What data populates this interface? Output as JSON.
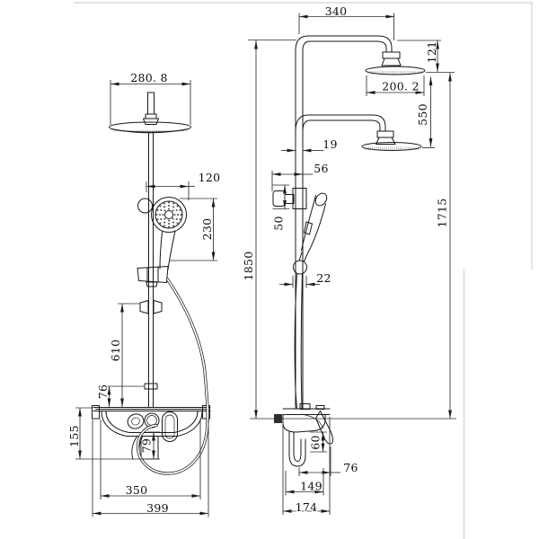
{
  "drawing": {
    "kind": "technical-dimension-drawing",
    "views": [
      "front",
      "side"
    ],
    "colors": {
      "line": "#171717",
      "dimension": "#2c2c2c",
      "frame": "#dadada",
      "background": "#ffffff"
    }
  },
  "dim_labels": {
    "front_head_width": "280. 8",
    "front_handshower_offset": "120",
    "front_handshower_length": "230",
    "total_height": "1850",
    "front_slider_to_shelf": "610",
    "front_bracket_to_shelf": "76",
    "front_shelf_height": "155",
    "front_spout_drop": "79",
    "front_shelf_width": "350",
    "front_overall_width": "399",
    "side_arm_reach": "340",
    "side_arm_drop": "121",
    "side_head_diameter": "200. 2",
    "side_head_spacing": "550",
    "side_pipe_diameter": "19",
    "side_diverter_depth": "56",
    "side_diverter_height": "50",
    "side_column_height": "1715",
    "side_hose_diameter": "22",
    "side_body_height": "60",
    "side_body_depth": "76",
    "side_spout_reach": "149",
    "side_overall_depth": "174"
  }
}
